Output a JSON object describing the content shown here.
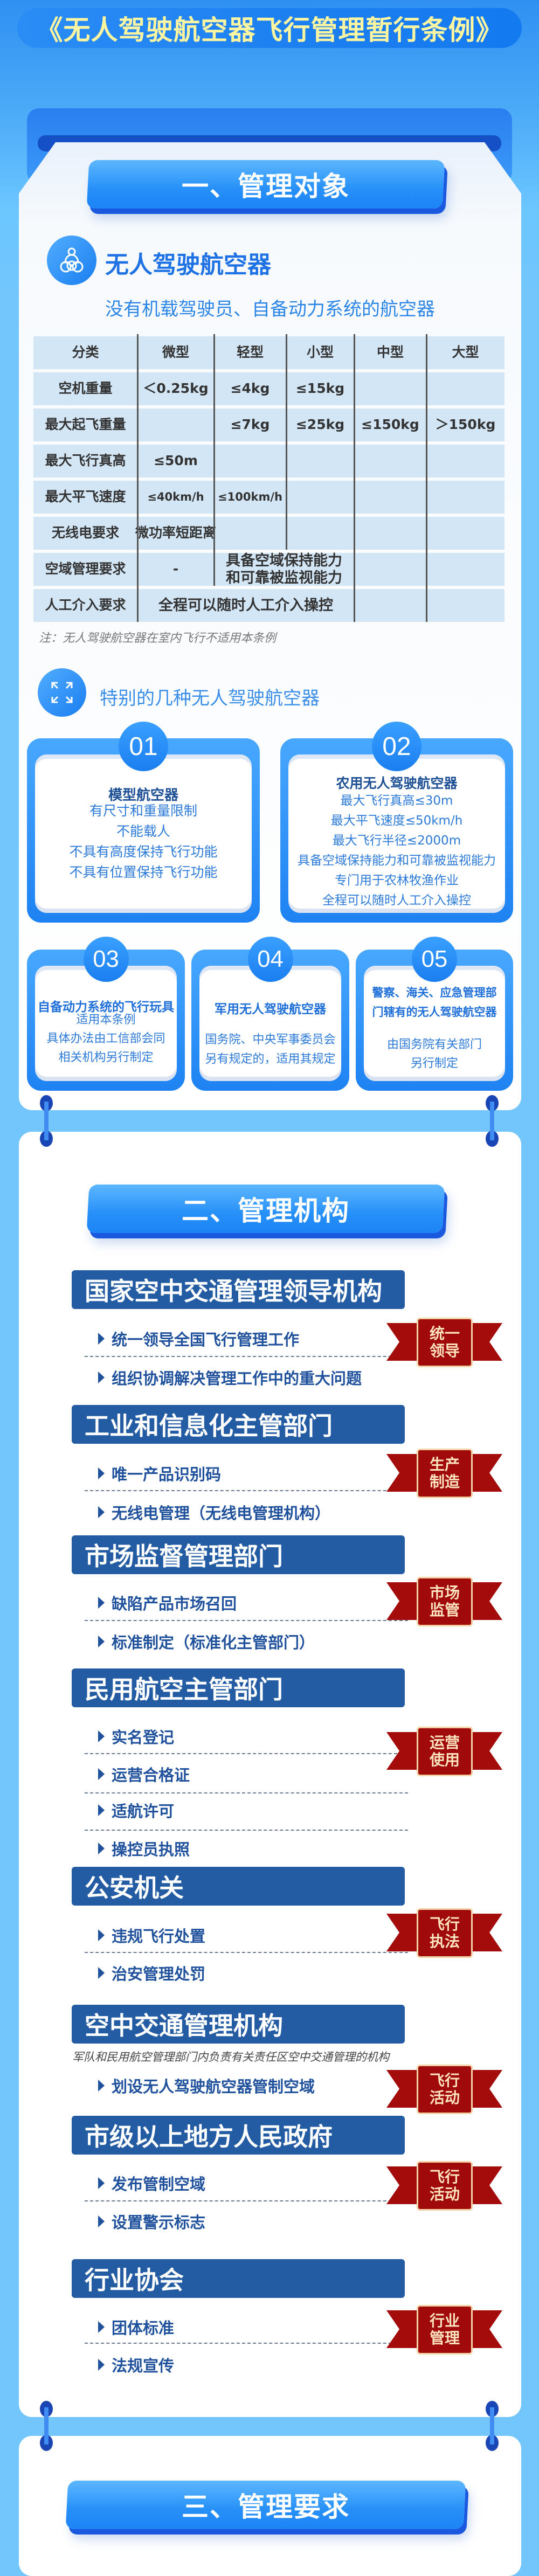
{
  "title": "《无人驾驶航空器飞行管理暂行条例》",
  "colors": {
    "accent_blue": "#1f86f3",
    "header_navy": "#245ca4",
    "ribbon_red": "#a00a0a",
    "title_yellow": "#fbf5a2"
  },
  "section1": {
    "title": "一、管理对象",
    "heading": "无人驾驶航空器",
    "heading_icon": "drone-icon",
    "subtitle": "没有机载驾驶员、自备动力系统的航空器",
    "table": {
      "headers": [
        "分类",
        "微型",
        "轻型",
        "小型",
        "中型",
        "大型"
      ],
      "rows": [
        {
          "label": "空机重量",
          "cells": [
            {
              "text": "＜0.25kg"
            },
            {
              "text": "≤4kg"
            },
            {
              "text": "≤15kg"
            },
            {
              "text": ""
            },
            {
              "text": ""
            }
          ]
        },
        {
          "label": "最大起飞重量",
          "cells": [
            {
              "text": ""
            },
            {
              "text": "≤7kg"
            },
            {
              "text": "≤25kg"
            },
            {
              "text": "≤150kg"
            },
            {
              "text": "＞150kg"
            }
          ]
        },
        {
          "label": "最大飞行真高",
          "cells": [
            {
              "text": "≤50m"
            },
            {
              "text": ""
            },
            {
              "text": ""
            },
            {
              "text": ""
            },
            {
              "text": ""
            }
          ]
        },
        {
          "label": "最大平飞速度",
          "cells": [
            {
              "text": "≤40km/h"
            },
            {
              "text": "≤100km/h"
            },
            {
              "text": ""
            },
            {
              "text": ""
            },
            {
              "text": ""
            }
          ]
        },
        {
          "label": "无线电要求",
          "cells": [
            {
              "text": "微功率短距离"
            },
            {
              "text": ""
            },
            {
              "text": ""
            },
            {
              "text": ""
            },
            {
              "text": ""
            }
          ]
        },
        {
          "label": "空域管理要求",
          "cells": [
            {
              "text": "-"
            },
            {
              "text": "具备空域保持能力\n和可靠被监视能力",
              "span": 2
            },
            {
              "text": ""
            },
            {
              "text": ""
            }
          ]
        },
        {
          "label": "人工介入要求",
          "cells": [
            {
              "text": "全程可以随时人工介入操控",
              "span": 3
            },
            {
              "text": ""
            },
            {
              "text": ""
            }
          ]
        }
      ],
      "note": "注：无人驾驶航空器在室内飞行不适用本条例"
    },
    "special_heading": "特别的几种无人驾驶航空器",
    "special_icon": "expand-arrows-icon",
    "special_cards": [
      {
        "number": "01",
        "title": [
          "模型航空器"
        ],
        "lines": [
          "有尺寸和重量限制",
          "不能载人",
          "不具有高度保持飞行功能",
          "不具有位置保持飞行功能"
        ]
      },
      {
        "number": "02",
        "title": [
          "农用无人驾驶航空器"
        ],
        "lines": [
          "最大飞行真高≤30m",
          "最大平飞速度≤50km/h",
          "最大飞行半径≤2000m",
          "具备空域保持能力和可靠被监视能力",
          "专门用于农林牧渔作业",
          "全程可以随时人工介入操控"
        ]
      },
      {
        "number": "03",
        "title": [
          "自备动力系统的飞行玩具"
        ],
        "lines": [
          "适用本条例",
          "具体办法由工信部会同",
          "相关机构另行制定"
        ]
      },
      {
        "number": "04",
        "title": [
          "军用无人驾驶航空器"
        ],
        "lines": [
          "国务院、中央军事委员会",
          "另有规定的，适用其规定"
        ]
      },
      {
        "number": "05",
        "title": [
          "警察、海关、应急管理部",
          "门辖有的无人驾驶航空器"
        ],
        "lines": [
          "由国务院有关部门",
          "另行制定"
        ]
      }
    ]
  },
  "section2": {
    "title": "二、管理机构",
    "groups": [
      {
        "name": "国家空中交通管理领导机构",
        "items": [
          "统一领导全国飞行管理工作",
          "组织协调解决管理工作中的重大问题"
        ],
        "tag": [
          "统一",
          "领导"
        ]
      },
      {
        "name": "工业和信息化主管部门",
        "items": [
          "唯一产品识别码",
          "无线电管理（无线电管理机构）"
        ],
        "tag": [
          "生产",
          "制造"
        ]
      },
      {
        "name": "市场监督管理部门",
        "items": [
          "缺陷产品市场召回",
          "标准制定（标准化主管部门）"
        ],
        "tag": [
          "市场",
          "监管"
        ]
      },
      {
        "name": "民用航空主管部门",
        "items": [
          "实名登记",
          "运营合格证",
          "适航许可",
          "操控员执照"
        ],
        "tag": [
          "运营",
          "使用"
        ]
      },
      {
        "name": "公安机关",
        "items": [
          "违规飞行处置",
          "治安管理处罚"
        ],
        "tag": [
          "飞行",
          "执法"
        ]
      },
      {
        "name": "空中交通管理机构",
        "note": "军队和民用航空管理部门内负责有关责任区空中交通管理的机构",
        "items": [
          "划设无人驾驶航空器管制空域"
        ],
        "tag": [
          "飞行",
          "活动"
        ]
      },
      {
        "name": "市级以上地方人民政府",
        "items": [
          "发布管制空域",
          "设置警示标志"
        ],
        "tag": [
          "飞行",
          "活动"
        ]
      },
      {
        "name": "行业协会",
        "items": [
          "团体标准",
          "法规宣传"
        ],
        "tag": [
          "行业",
          "管理"
        ]
      }
    ]
  },
  "section3": {
    "title": "三、管理要求"
  }
}
